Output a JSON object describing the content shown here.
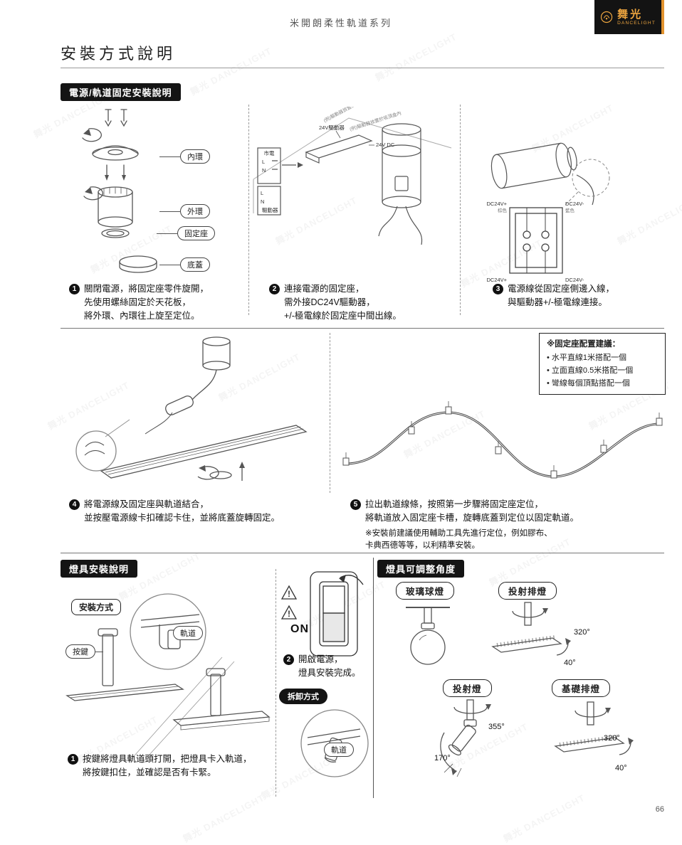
{
  "header": {
    "doc_title": "米開朗柔性軌道系列",
    "logo_cn": "舞光",
    "logo_en": "DANCELIGHT"
  },
  "page": {
    "title": "安裝方式說明",
    "number": "66",
    "watermark": "舞光 DANCELIGHT"
  },
  "power_section": {
    "badge": "電源/軌道固定安裝說明",
    "parts": {
      "inner": "內環",
      "outer": "外環",
      "base": "固定座",
      "cover": "底蓋"
    },
    "wiring": {
      "mains": "市電",
      "l": "L",
      "n": "N",
      "driver_label": "24V驅動器",
      "dc_label": "24V DC",
      "driver_small": "驅動器",
      "note1": "(例)驅動器放置於天花板上方",
      "note2": "(例)驅動器放置於吸頂盒內"
    },
    "terminals": {
      "pos": "DC24V+",
      "neg": "DC24V-",
      "brown": "棕色",
      "blue": "藍色"
    },
    "steps": [
      {
        "num": "1",
        "text": "關閉電源，將固定座零件旋開，\n先使用螺絲固定於天花板，\n將外環、內環往上旋至定位。"
      },
      {
        "num": "2",
        "text": "連接電源的固定座，\n需外接DC24V驅動器，\n+/-極電線於固定座中間出線。"
      },
      {
        "num": "3",
        "text": "電源線從固定座側邊入線，\n與驅動器+/-極電線連接。"
      }
    ]
  },
  "track_section": {
    "tips": {
      "title": "※固定座配置建議：",
      "items": [
        "• 水平直線1米搭配一個",
        "• 立面直線0.5米搭配一個",
        "• 彎線每個頂點搭配一個"
      ]
    },
    "steps": [
      {
        "num": "4",
        "text": "將電源線及固定座與軌道結合，\n並按壓電源線卡扣確認卡住，並將底蓋旋轉固定。"
      },
      {
        "num": "5",
        "text": "拉出軌道線條，按照第一步驟將固定座定位，\n將軌道放入固定座卡槽，旋轉底蓋到定位以固定軌道。"
      }
    ],
    "note": "※安裝前建議使用輔助工具先進行定位，例如膠布、\n卡典西德等等，以利精準安裝。"
  },
  "lamp_section": {
    "badge": "燈具安裝說明",
    "labels": {
      "install": "安裝方式",
      "track1": "軌道",
      "button": "按鍵",
      "on": "ON",
      "remove": "拆卸方式",
      "track2": "軌道",
      "warn": "!"
    },
    "steps": [
      {
        "num": "1",
        "text": "按鍵將燈具軌道頭打開，把燈具卡入軌道，\n將按鍵扣住，並確認是否有卡緊。"
      },
      {
        "num": "2",
        "text": "開啟電源，\n燈具安裝完成。"
      }
    ]
  },
  "angle_section": {
    "badge": "燈具可調整角度",
    "lamps": [
      {
        "name": "玻璃球燈"
      },
      {
        "name": "投射排燈",
        "rotate": "320°",
        "tilt": "40°"
      },
      {
        "name": "投射燈",
        "rotate": "355°",
        "tilt": "170°"
      },
      {
        "name": "基礎排燈",
        "rotate": "320°",
        "tilt": "40°"
      }
    ]
  }
}
